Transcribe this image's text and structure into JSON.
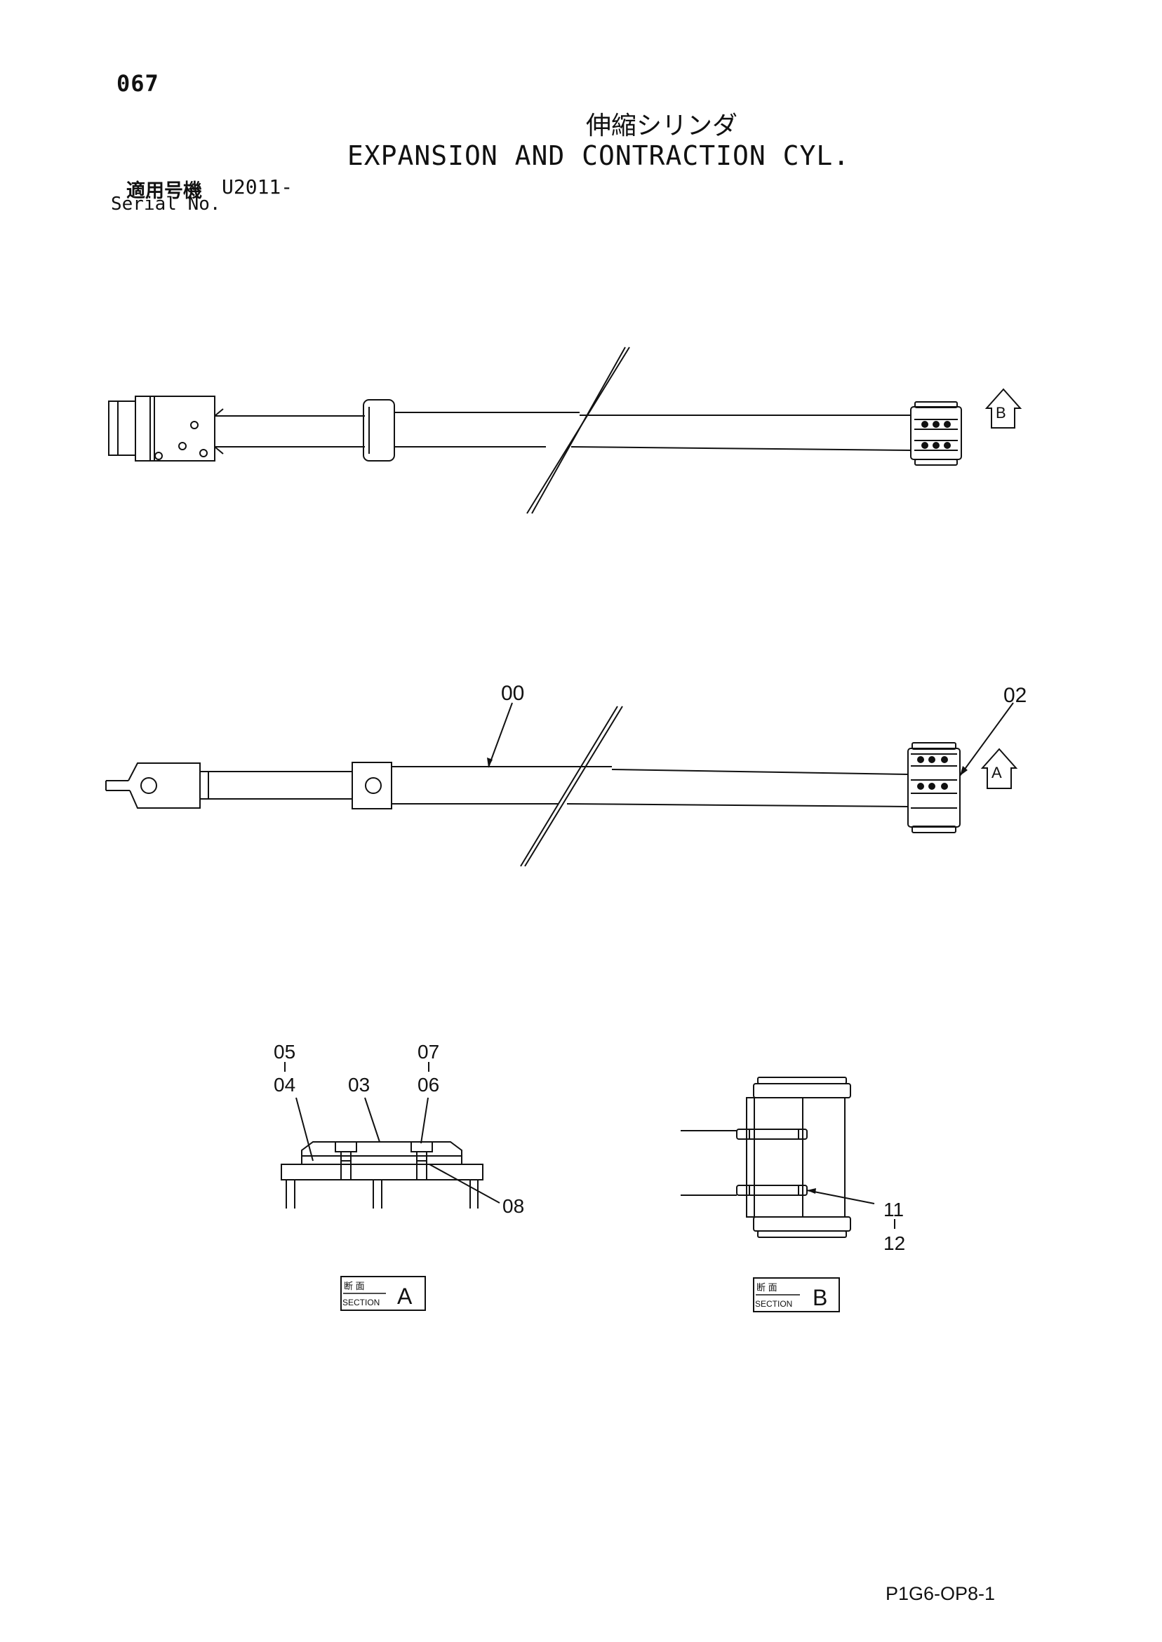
{
  "header": {
    "page_number": "067",
    "title_jp": "伸縮シリンダ",
    "title_en": "EXPANSION AND CONTRACTION CYL.",
    "serial_label_jp": "適用号機",
    "serial_value": "U2011-",
    "serial_label_en": "Serial No."
  },
  "views": {
    "top": {
      "view_marker": "B"
    },
    "side": {
      "view_marker": "A",
      "callouts": [
        "00",
        "02"
      ]
    }
  },
  "sections": {
    "a": {
      "label_jp": "断 面",
      "label_en": "SECTION",
      "letter": "A",
      "callouts": {
        "c05": "05",
        "c04": "04",
        "c03": "03",
        "c07": "07",
        "c06": "06",
        "c08": "08"
      }
    },
    "b": {
      "label_jp": "断 面",
      "label_en": "SECTION",
      "letter": "B",
      "callouts": {
        "c11": "11",
        "c12": "12"
      }
    }
  },
  "footer": {
    "drawing_code": "P1G6-OP8-1"
  }
}
